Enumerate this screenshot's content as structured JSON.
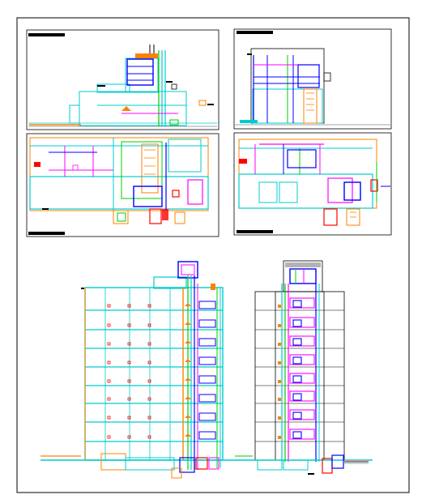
{
  "sheet": {
    "title": "",
    "panels": [
      {
        "id": "section-upper-left",
        "title_block": "",
        "kind": "elevation-section"
      },
      {
        "id": "section-upper-right",
        "title_block": "",
        "kind": "elevation-section"
      },
      {
        "id": "section-mid-left",
        "title_block": "",
        "kind": "plan-section"
      },
      {
        "id": "section-mid-right",
        "title_block": "",
        "kind": "plan-section"
      },
      {
        "id": "tower-elevation-left",
        "title_block": "",
        "kind": "building-section"
      },
      {
        "id": "tower-elevation-right",
        "title_block": "",
        "kind": "building-section"
      }
    ]
  },
  "colors": {
    "background": "#ffffff",
    "frame": "#000000",
    "slab": "#00e5e5",
    "pipe_blue": "#0000ff",
    "pipe_magenta": "#ff00ff",
    "pipe_green": "#00c800",
    "pipe_red": "#ff0000",
    "pipe_orange": "#ff8000",
    "pipe_yellow": "#ffd700",
    "pipe_gray": "#808080",
    "wall_dark": "#000000"
  },
  "icons": [
    "fixture-symbol",
    "valve-symbol",
    "tank-symbol"
  ]
}
